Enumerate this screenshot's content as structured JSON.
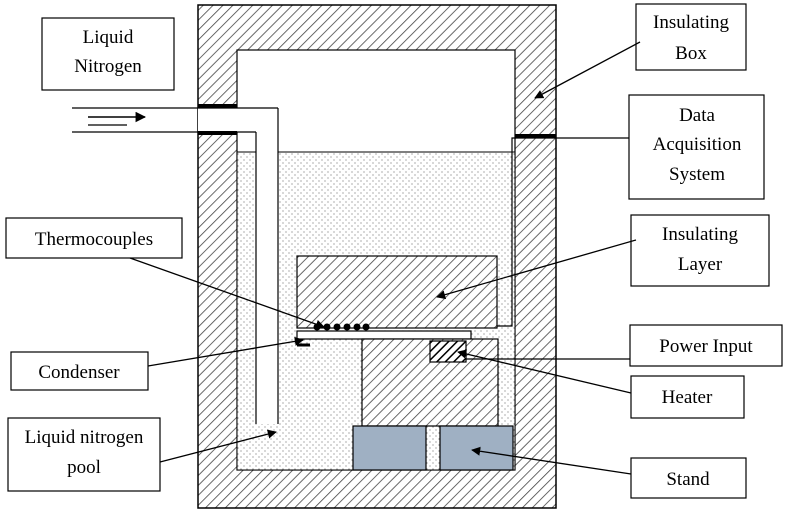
{
  "labels": {
    "liquid_nitrogen": [
      "Liquid",
      "Nitrogen"
    ],
    "insulating_box": [
      "Insulating",
      "Box"
    ],
    "data_acquisition": [
      "Data",
      "Acquisition",
      "System"
    ],
    "thermocouples": "Thermocouples",
    "insulating_layer": [
      "Insulating",
      "Layer"
    ],
    "power_input": "Power Input",
    "condenser": "Condenser",
    "heater": "Heater",
    "liquid_nitrogen_pool": [
      "Liquid nitrogen",
      "pool"
    ],
    "stand": "Stand"
  },
  "colors": {
    "stand_fill": "#9fb0c3",
    "hatch": "#555555",
    "outline": "#000000"
  }
}
